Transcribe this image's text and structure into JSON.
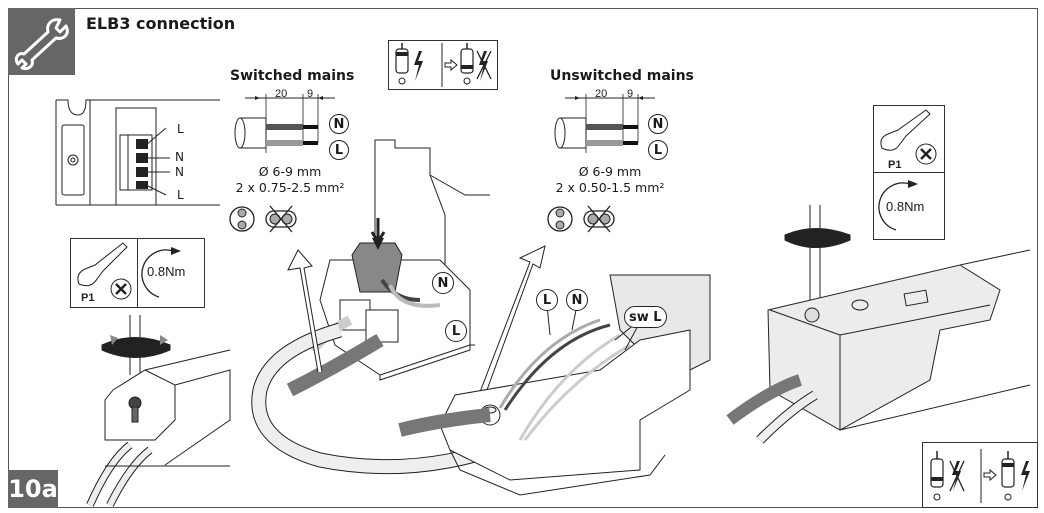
{
  "header": {
    "title": "ELB3 connection",
    "tool_icon": "wrench-icon",
    "step_label": "10a"
  },
  "top_indicator": {
    "icon": "switch-off-before-connecting-icon",
    "state_before": "power-on",
    "state_after": "power-off"
  },
  "bottom_indicator": {
    "icon": "switch-on-after-connecting-icon",
    "state_before": "power-off",
    "state_after": "power-on"
  },
  "terminal_block": {
    "labels": [
      "L",
      "N",
      "N",
      "L"
    ]
  },
  "switched_mains": {
    "title": "Switched mains",
    "strip_lengths": [
      "20",
      "9"
    ],
    "wires": [
      "N",
      "L"
    ],
    "diameter": "Ø 6-9 mm",
    "cross_section": "2 x 0.75-2.5 mm²"
  },
  "unswitched_mains": {
    "title": "Unswitched mains",
    "strip_lengths": [
      "20",
      "9"
    ],
    "wires": [
      "N",
      "L"
    ],
    "diameter": "Ø 6-9 mm",
    "cross_section": "2 x 0.50-1.5 mm²"
  },
  "connector_labels": {
    "left_connector": [
      "N",
      "L"
    ],
    "right_connector": [
      "L",
      "N",
      "sw L"
    ]
  },
  "tool_spec_left": {
    "screwdriver": "P1",
    "torque": "0.8Nm"
  },
  "tool_spec_right": {
    "screwdriver": "P1",
    "torque": "0.8Nm"
  }
}
